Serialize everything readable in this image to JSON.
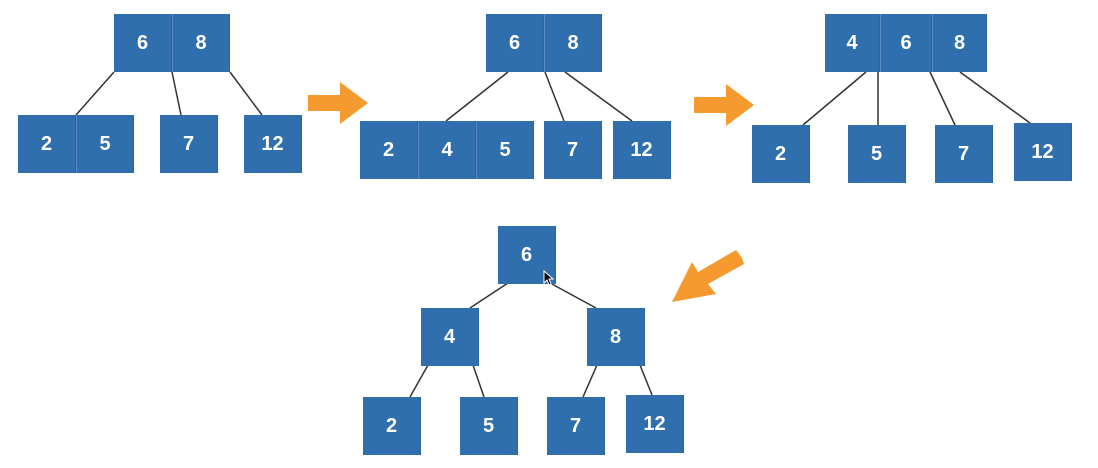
{
  "colors": {
    "node_fill": "#2f6fad",
    "node_text": "#ffffff",
    "edge": "#333333",
    "arrow": "#f59a2f"
  },
  "diagrams": [
    {
      "name": "step-1",
      "nodes": [
        {
          "id": "s1-root",
          "keys": [
            "6",
            "8"
          ]
        },
        {
          "id": "s1-c1",
          "keys": [
            "2",
            "5"
          ]
        },
        {
          "id": "s1-c2",
          "keys": [
            "7"
          ]
        },
        {
          "id": "s1-c3",
          "keys": [
            "12"
          ]
        }
      ]
    },
    {
      "name": "step-2",
      "nodes": [
        {
          "id": "s2-root",
          "keys": [
            "6",
            "8"
          ]
        },
        {
          "id": "s2-c1",
          "keys": [
            "2",
            "4",
            "5"
          ]
        },
        {
          "id": "s2-c2",
          "keys": [
            "7"
          ]
        },
        {
          "id": "s2-c3",
          "keys": [
            "12"
          ]
        }
      ]
    },
    {
      "name": "step-3",
      "nodes": [
        {
          "id": "s3-root",
          "keys": [
            "4",
            "6",
            "8"
          ]
        },
        {
          "id": "s3-c1",
          "keys": [
            "2"
          ]
        },
        {
          "id": "s3-c2",
          "keys": [
            "5"
          ]
        },
        {
          "id": "s3-c3",
          "keys": [
            "7"
          ]
        },
        {
          "id": "s3-c4",
          "keys": [
            "12"
          ]
        }
      ]
    },
    {
      "name": "step-4",
      "nodes": [
        {
          "id": "s4-root",
          "keys": [
            "6"
          ]
        },
        {
          "id": "s4-l",
          "keys": [
            "4"
          ]
        },
        {
          "id": "s4-r",
          "keys": [
            "8"
          ]
        },
        {
          "id": "s4-ll",
          "keys": [
            "2"
          ]
        },
        {
          "id": "s4-lr",
          "keys": [
            "5"
          ]
        },
        {
          "id": "s4-rl",
          "keys": [
            "7"
          ]
        },
        {
          "id": "s4-rr",
          "keys": [
            "12"
          ]
        }
      ]
    }
  ]
}
